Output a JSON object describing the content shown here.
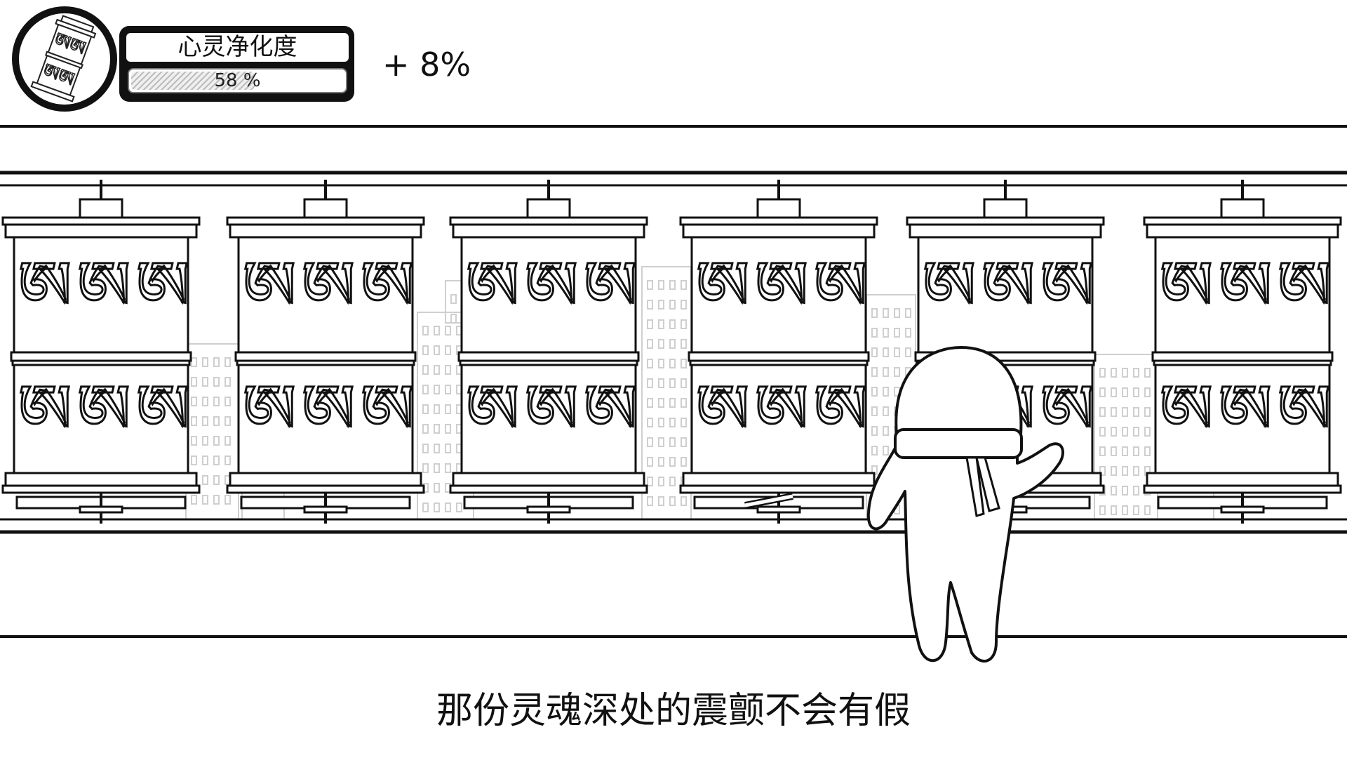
{
  "hud": {
    "title": "心灵净化度",
    "progress_text": "58 %",
    "progress_value": 0.58,
    "delta_text": "+ 8%"
  },
  "subtitle": "那份灵魂深处的震颤不会有假",
  "scene": {
    "prayer_wheel_count": 6,
    "wheel_glyphs": [
      "ཨ",
      "ཨ",
      "ཨ"
    ]
  },
  "colors": {
    "ink": "#111111",
    "paper": "#ffffff",
    "sketch": "#c8c8c8"
  }
}
